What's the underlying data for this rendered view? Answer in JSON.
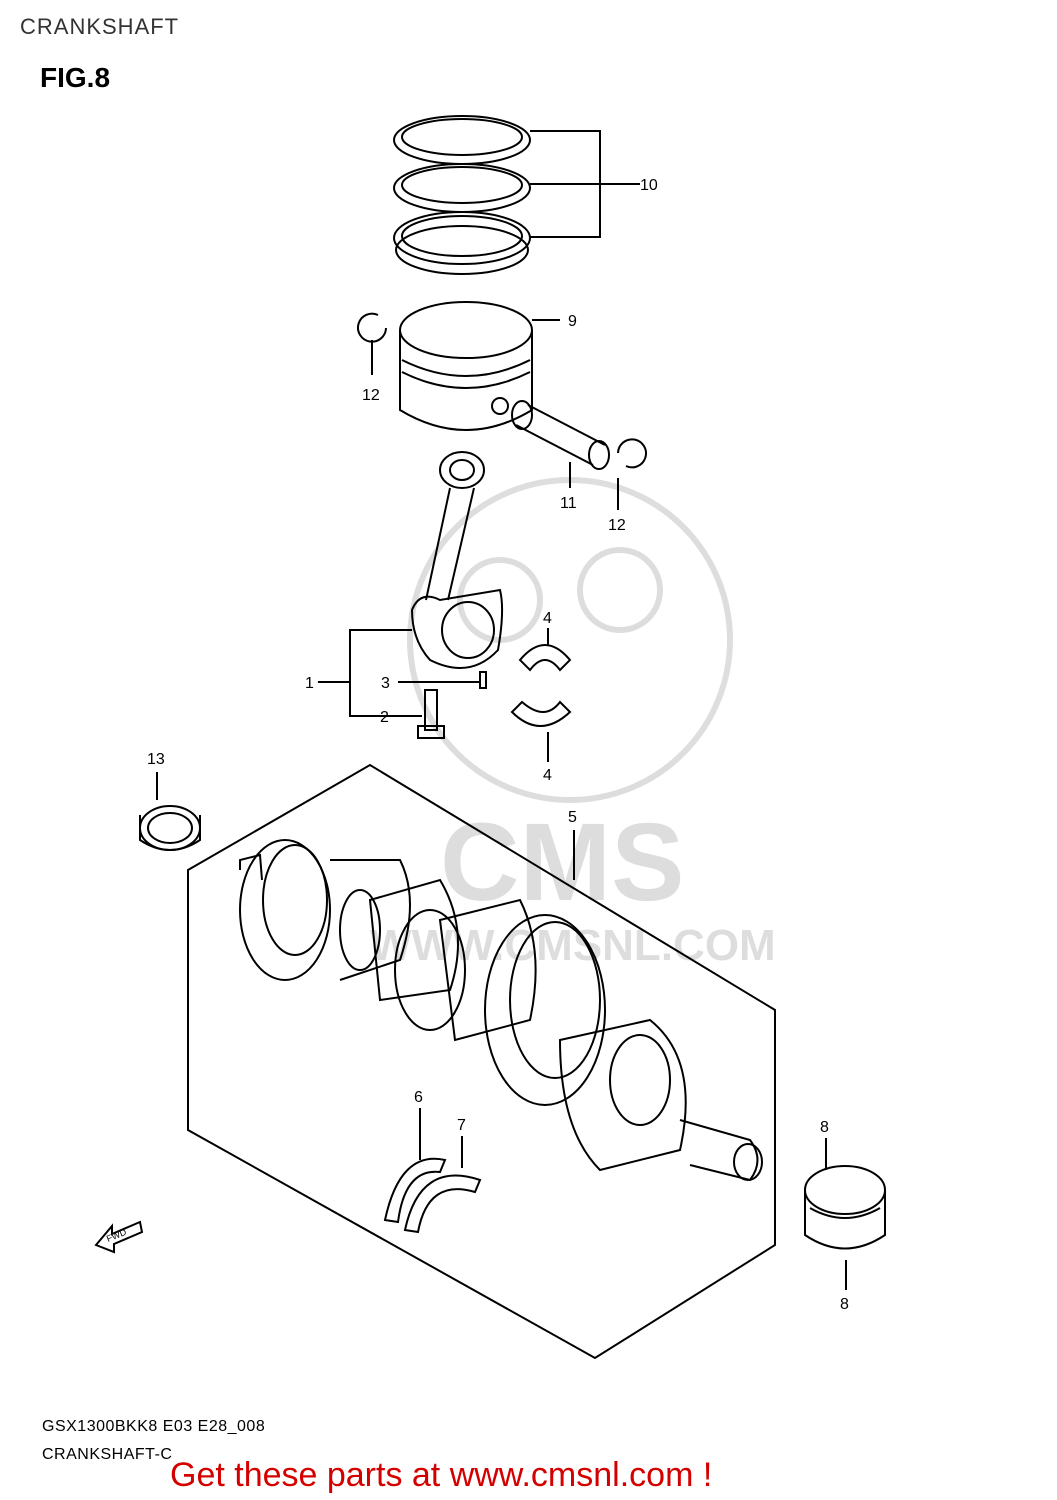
{
  "header": {
    "title": "CRANKSHAFT"
  },
  "figure": {
    "label": "FIG.8"
  },
  "watermark": {
    "site": "WWW.CMSNL.COM",
    "logo": "CMS"
  },
  "callouts": {
    "c1": "1",
    "c2": "2",
    "c3": "3",
    "c4a": "4",
    "c4b": "4",
    "c5": "5",
    "c6": "6",
    "c7": "7",
    "c8a": "8",
    "c8b": "8",
    "c9": "9",
    "c10": "10",
    "c11": "11",
    "c12a": "12",
    "c12b": "12",
    "c13": "13"
  },
  "fwd_label": "FWD",
  "footer": {
    "model_code": "GSX1300BKK8 E03 E28_008",
    "diagram_code": "CRANKSHAFT-C"
  },
  "banner": {
    "text": "Get these parts at www.cmsnl.com !",
    "color": "#d40000"
  }
}
